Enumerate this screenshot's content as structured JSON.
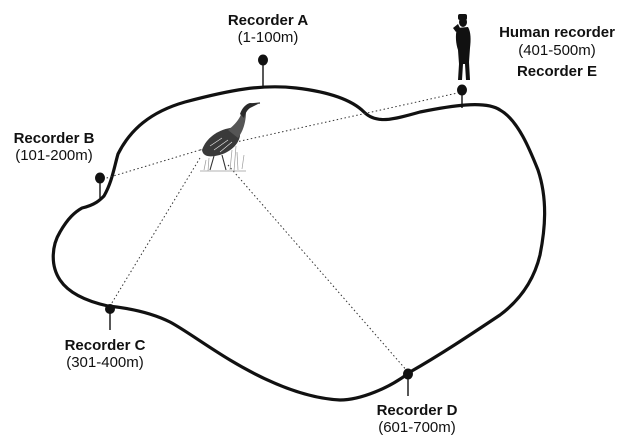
{
  "recorders": {
    "a": {
      "name": "Recorder A",
      "range": "(1-100m)"
    },
    "b": {
      "name": "Recorder B",
      "range": "(101-200m)"
    },
    "c": {
      "name": "Recorder C",
      "range": "(301-400m)"
    },
    "d": {
      "name": "Recorder D",
      "range": "(601-700m)"
    },
    "e": {
      "name": "Recorder E"
    }
  },
  "human": {
    "name": "Human recorder",
    "range": "(401-500m)"
  },
  "icons": [
    "bird-icon",
    "human-silhouette-icon",
    "recorder-marker-icon"
  ]
}
